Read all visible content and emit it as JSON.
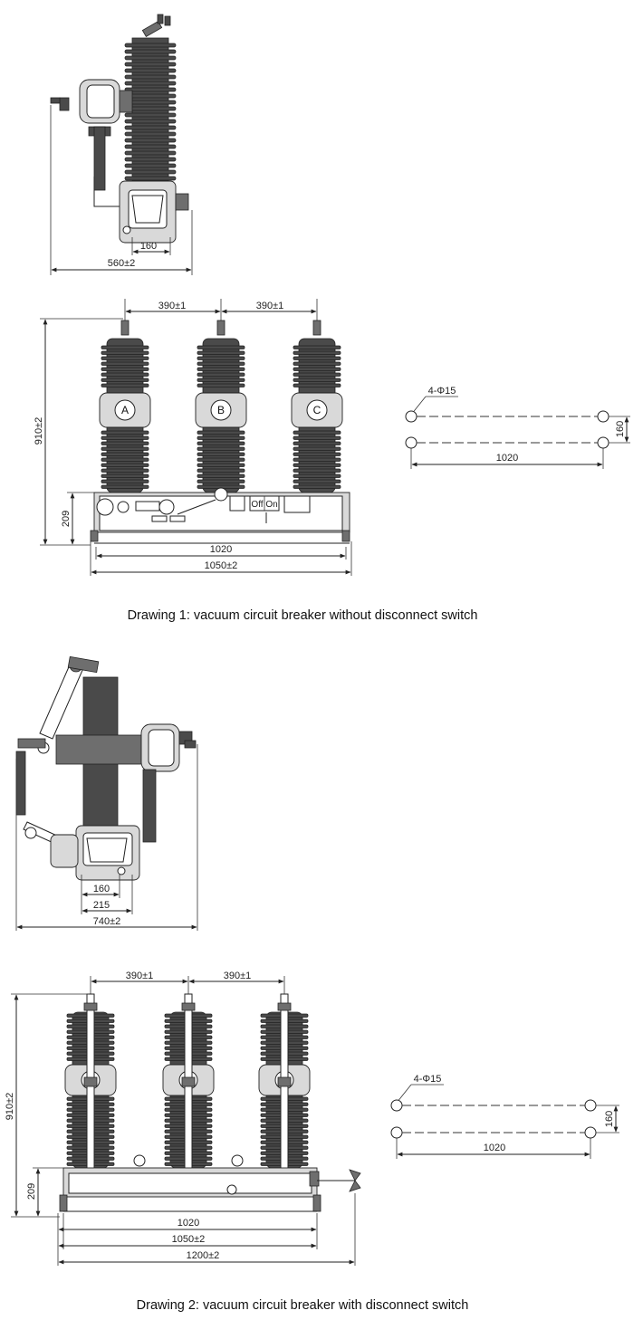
{
  "drawing1": {
    "side_view": {
      "dim_base": "160",
      "dim_overall": "560±2"
    },
    "front_view": {
      "dim_pitch_left": "390±1",
      "dim_pitch_right": "390±1",
      "dim_height": "910±2",
      "dim_frame_height": "209",
      "dim_mount": "1020",
      "dim_overall": "1050±2",
      "poles": [
        "A",
        "B",
        "C"
      ],
      "switch_off": "Off",
      "switch_on": "On"
    },
    "hole_plan": {
      "holes": "4-Φ15",
      "dim_width": "1020",
      "dim_depth": "160"
    },
    "caption": "Drawing 1: vacuum circuit breaker without disconnect switch"
  },
  "drawing2": {
    "side_view": {
      "dim_a": "160",
      "dim_b": "215",
      "dim_overall": "740±2"
    },
    "front_view": {
      "dim_pitch_left": "390±1",
      "dim_pitch_right": "390±1",
      "dim_height": "910±2",
      "dim_frame_height": "209",
      "dim_mount": "1020",
      "dim_frame": "1050±2",
      "dim_overall": "1200±2"
    },
    "hole_plan": {
      "holes": "4-Φ15",
      "dim_width": "1020",
      "dim_depth": "160"
    },
    "caption": "Drawing 2: vacuum circuit breaker with disconnect switch"
  }
}
